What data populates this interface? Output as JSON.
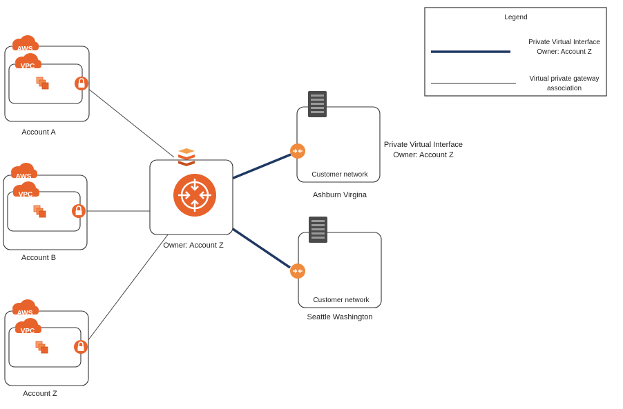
{
  "legend": {
    "title": "Legend",
    "pvi_label_line1": "Private Virtual Interface",
    "pvi_label_line2": "Owner: Account Z",
    "vgw_label_line1": "Virtual private gateway",
    "vgw_label_line2": "association"
  },
  "accounts": [
    {
      "name": "Account A",
      "aws_badge": "AWS",
      "vpc_badge": "VPC"
    },
    {
      "name": "Account B",
      "aws_badge": "AWS",
      "vpc_badge": "VPC"
    },
    {
      "name": "Account Z",
      "aws_badge": "AWS",
      "vpc_badge": "VPC"
    }
  ],
  "gateway": {
    "owner_label": "Owner: Account Z"
  },
  "customer_networks": [
    {
      "box_label": "Customer network",
      "location": "Ashburn Virgina"
    },
    {
      "box_label": "Customer network",
      "location": "Seattle Washington"
    }
  ],
  "pvi_annotation": {
    "line1": "Private Virtual Interface",
    "line2": "Owner: Account Z"
  },
  "colors": {
    "aws_orange": "#e8632b",
    "pvi_line": "#1f3864",
    "server_gray": "#4a4a4a"
  },
  "icons": [
    "cloud-icon",
    "ec2-instances-icon",
    "lock-icon",
    "direct-connect-gateway-icon",
    "stack-icon",
    "server-rack-icon",
    "router-icon"
  ]
}
